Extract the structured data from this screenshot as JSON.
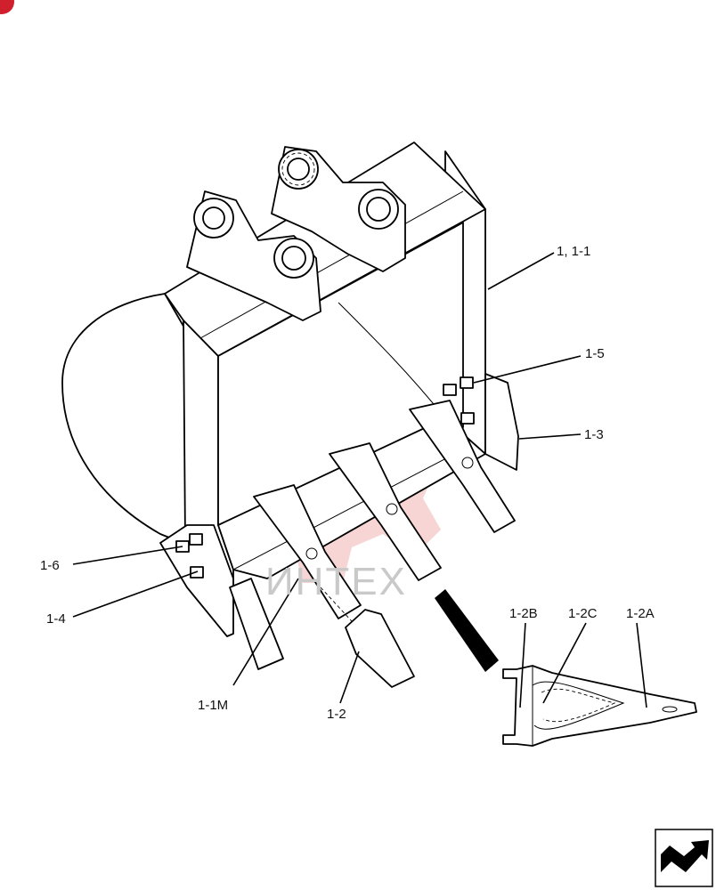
{
  "watermark": {
    "text": "ИНТЕХ",
    "color": "#e8a0a0"
  },
  "callouts": {
    "c1": "1, 1-1",
    "c15": "1-5",
    "c13": "1-3",
    "c16": "1-6",
    "c14": "1-4",
    "c11m": "1-1M",
    "c12": "1-2",
    "c12b": "1-2B",
    "c12c": "1-2C",
    "c12a": "1-2A"
  },
  "icons": {
    "corner": "red-badge-icon",
    "nav": "next-page-arrow-icon"
  }
}
